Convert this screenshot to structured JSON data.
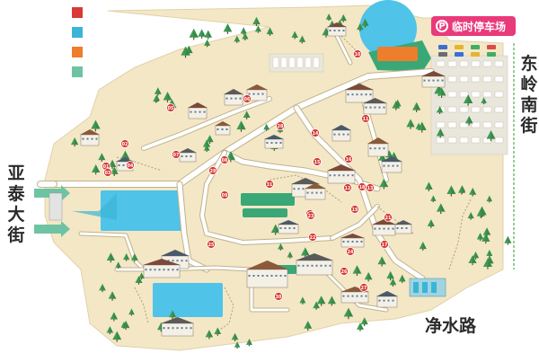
{
  "map": {
    "streets": {
      "east": "东岭南街",
      "west": "亚泰大街",
      "south": "净水路"
    },
    "parking": {
      "icon": "P",
      "label": "临时停车场"
    },
    "legend": [
      {
        "color": "#d93a35",
        "text": ""
      },
      {
        "color": "#3ab5d5",
        "text": ""
      },
      {
        "color": "#ee7d2c",
        "text": ""
      },
      {
        "color": "#6ec3a2",
        "text": ""
      }
    ],
    "colors": {
      "land": "#f3e7c6",
      "road": "#ffffff",
      "road_edge": "#bfb28d",
      "path": "#b9a27a",
      "water": "#4fc3e8",
      "tree": "#3f9a52",
      "tree_dark": "#2e7a40",
      "building": "#7a4a3a",
      "marker": "#d93a35",
      "green_label": "#3aa776",
      "fence": "#4caf50"
    },
    "poi": {
      "markers": [
        "01",
        "02",
        "03",
        "04",
        "05",
        "06",
        "07",
        "08",
        "09",
        "10",
        "11",
        "12",
        "13",
        "14",
        "15",
        "16",
        "17",
        "18",
        "19",
        "20",
        "21",
        "22",
        "23",
        "24",
        "25",
        "26",
        "27",
        "28",
        "29",
        "30",
        "31"
      ]
    }
  }
}
